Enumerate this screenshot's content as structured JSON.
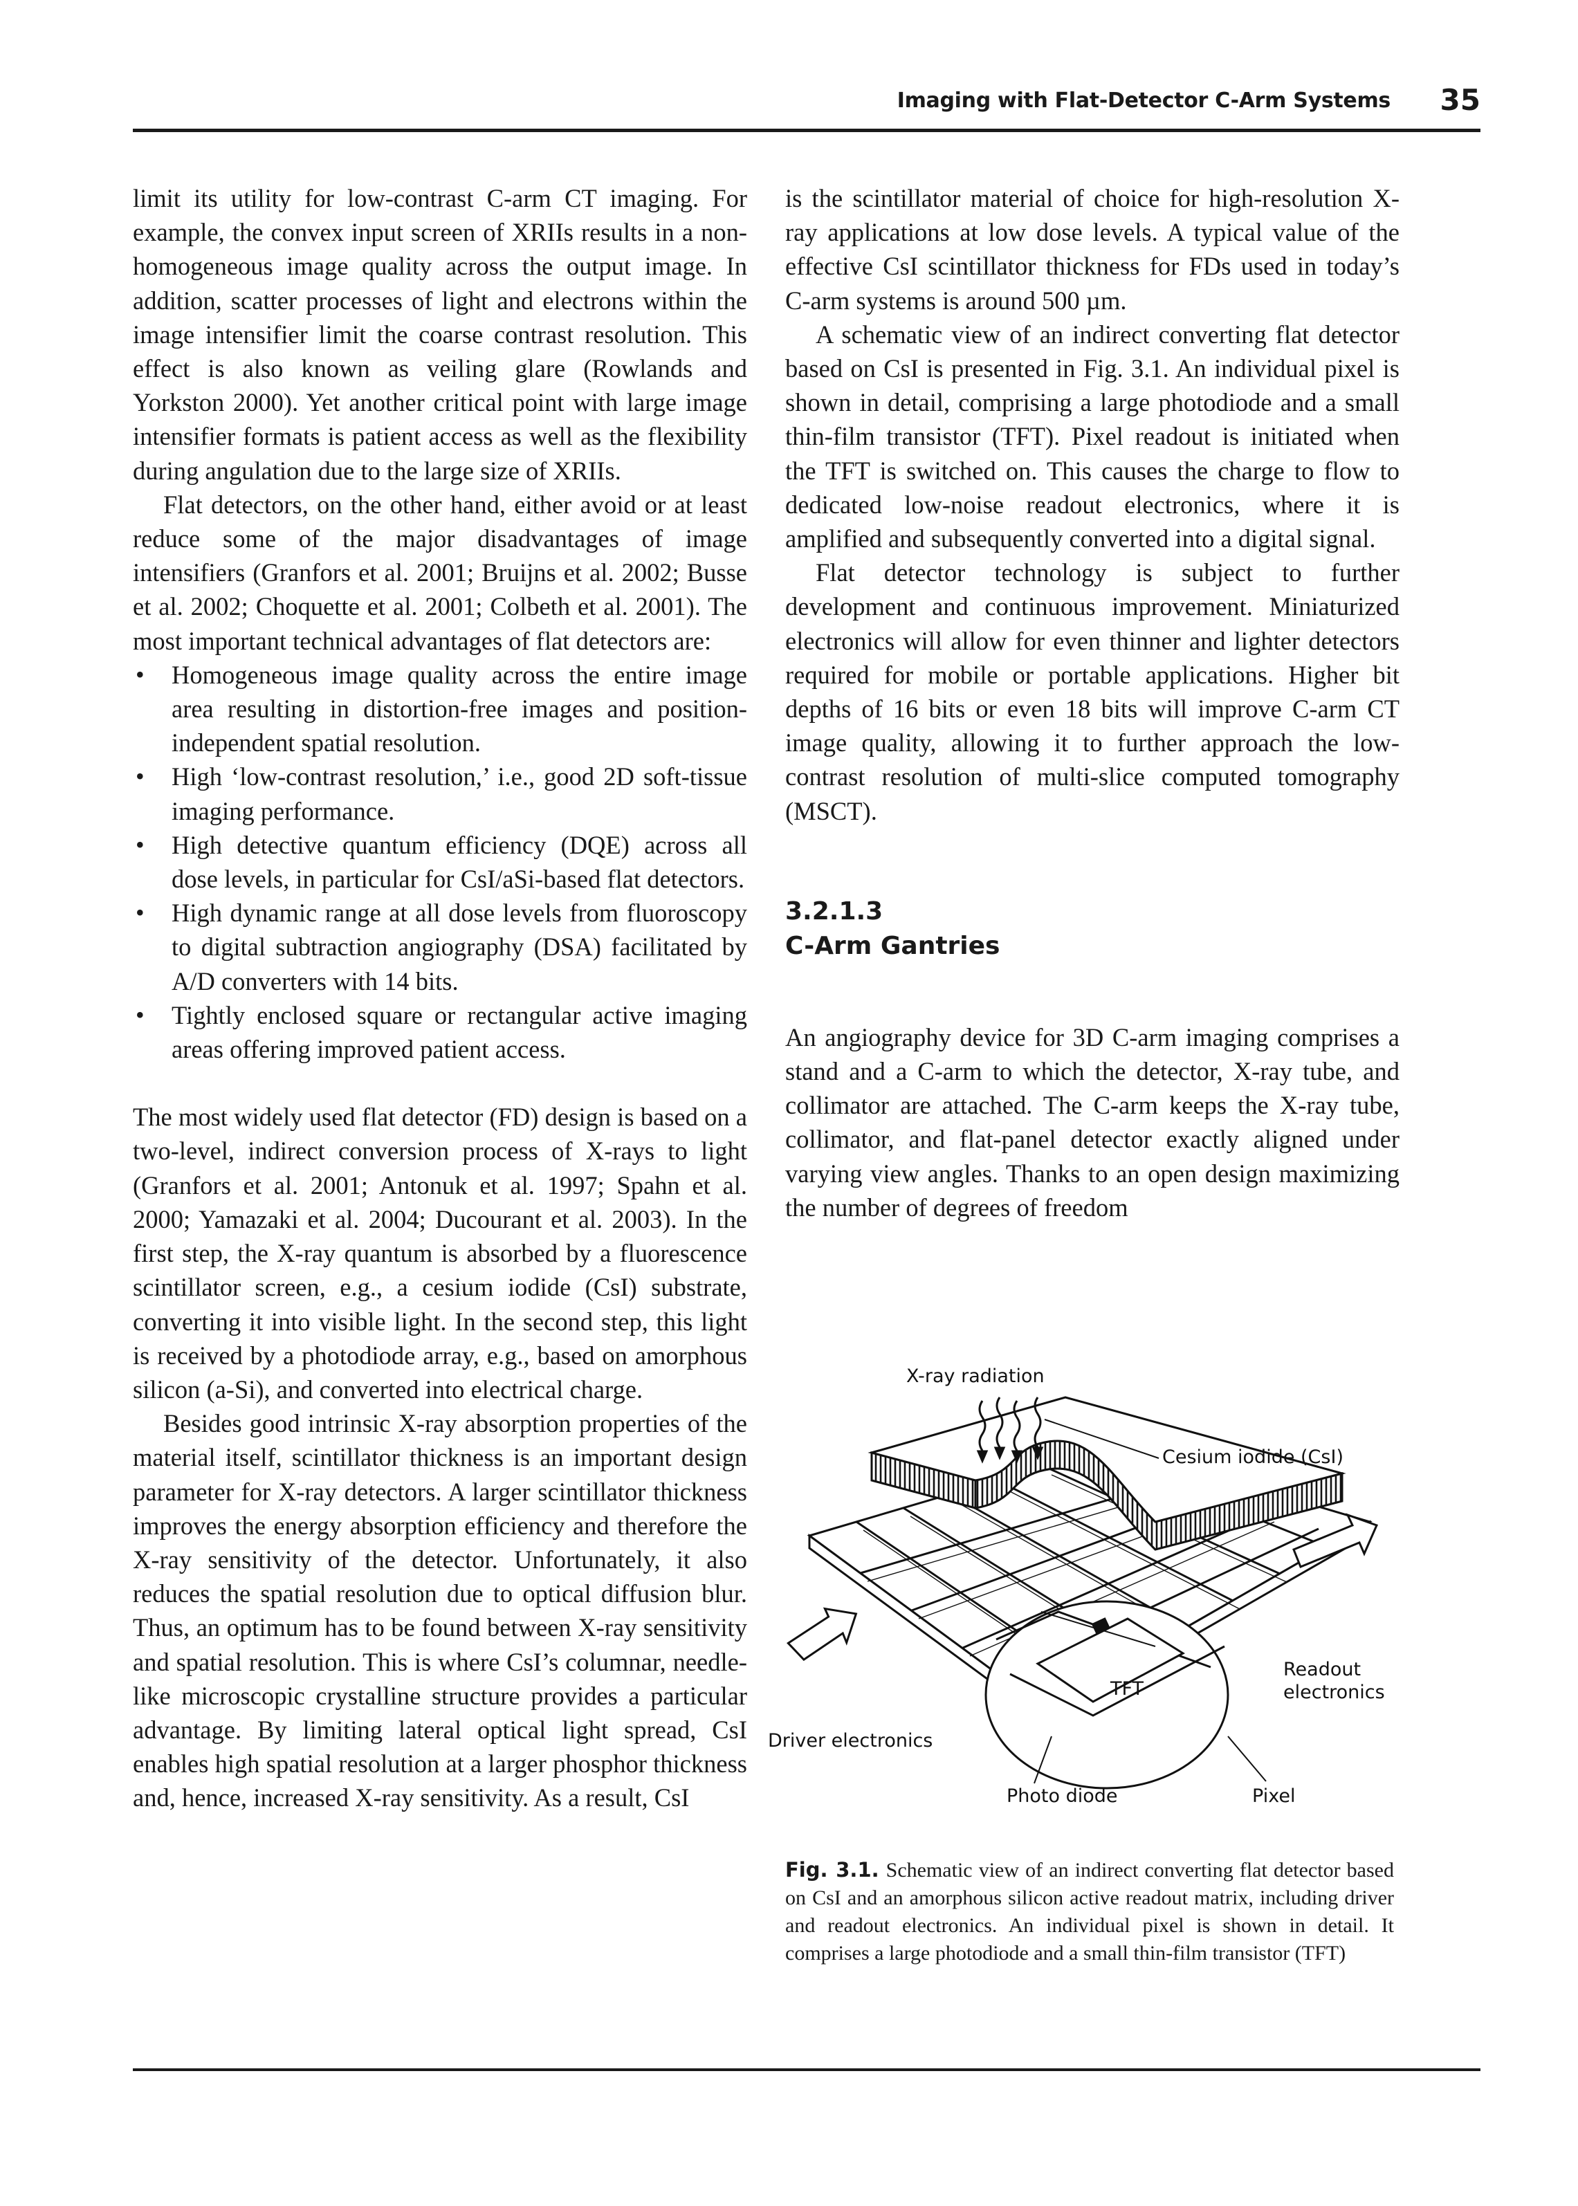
{
  "header": {
    "running_title": "Imaging with Flat-Detector C-Arm Systems",
    "page_number": "35"
  },
  "left_column": {
    "p1": "limit its utility for low-contrast C-arm CT imaging. For example, the convex input screen of XRIIs results in a non-homogeneous image quality across the output image. In addition, scatter processes of light and electrons within the image intensifier limit the coarse contrast resolution. This effect is also known as veiling glare (Rowlands and Yorkston 2000). Yet another critical point with large image intensifier formats is patient access as well as the flexibility during angulation due to the large size of XRIIs.",
    "p2": "Flat detectors, on the other hand, either avoid or at least reduce some of the major disadvantages of image intensifiers (Granfors et al. 2001; Bruijns et al. 2002; Busse et al. 2002; Choquette et al. 2001; Colbeth et al. 2001). The most important technical advantages of flat detectors are:",
    "bullets": [
      "Homogeneous image quality across the entire image area resulting in distortion-free images and position-independent spatial resolution.",
      "High ‘low-contrast resolution,’ i.e., good 2D soft-tissue imaging performance.",
      "High detective quantum efficiency (DQE) across all dose levels, in particular for CsI/aSi-based flat detectors.",
      "High dynamic range at all dose levels from fluoroscopy to digital subtraction angiography (DSA) facilitated by A/D converters with 14 bits.",
      "Tightly enclosed square or rectangular active imaging areas offering improved patient access."
    ],
    "p3": "The most widely used flat detector (FD) design is based on a two-level, indirect conversion process of X-rays to light (Granfors et al. 2001; Antonuk et al. 1997; Spahn et al. 2000; Yamazaki et al. 2004; Ducourant et al. 2003). In the first step, the X-ray quantum is absorbed by a fluorescence scintillator screen, e.g., a cesium iodide (CsI) substrate, converting it into visible light. In the second step, this light is received by a photodiode array, e.g., based on amorphous silicon (a-Si), and converted into electrical charge.",
    "p4": "Besides good intrinsic X-ray absorption properties of the material itself, scintillator thickness is an important design parameter for X-ray detectors. A larger scintillator thickness improves the energy absorption efficiency and therefore the X-ray sensitivity of the detector. Unfortunately, it also reduces the spatial resolution due to optical diffusion blur. Thus, an optimum has to be found between X-ray sensitivity and spatial resolution. This is where CsI’s columnar, needle-like microscopic crystalline structure provides a particular advantage. By limiting lateral optical light spread, CsI enables high spatial resolution at a larger phosphor thickness and, hence, increased X-ray sensitivity. As a result, CsI"
  },
  "right_column": {
    "p1": "is the scintillator material of choice for high-resolution X-ray applications at low dose levels. A typical value of the effective CsI scintillator thickness for FDs used in today’s C-arm systems is around 500 µm.",
    "p2": "A schematic view of an indirect converting flat detector based on CsI is presented in Fig. 3.1. An individual pixel is shown in detail, comprising a large photodiode and a small thin-film transistor (TFT). Pixel readout is initiated when the TFT is switched on. This causes the charge to flow to dedicated low-noise readout electronics, where it is amplified and subsequently converted into a digital signal.",
    "p3": "Flat detector technology is subject to further development and continuous improvement. Miniaturized electronics will allow for even thinner and lighter detectors required for mobile or portable applications. Higher bit depths of 16 bits or even 18 bits will improve C-arm CT image quality, allowing it to further approach the low-contrast resolution of multi-slice computed tomography (MSCT).",
    "section_number": "3.2.1.3",
    "section_title": "C-Arm Gantries",
    "p4": "An angiography device for 3D C-arm imaging comprises a stand and a C-arm to which the detector, X-ray tube, and collimator are attached. The C-arm keeps the X-ray tube, collimator, and flat-panel detector exactly aligned under varying view angles. Thanks to an open design maximizing the number of degrees of freedom"
  },
  "figure": {
    "labels": {
      "xray": "X-ray radiation",
      "csi": "Cesium iodide (CsI)",
      "readout_1": "Readout",
      "readout_2": "electronics",
      "tft": "TFT",
      "driver": "Driver electronics",
      "photodiode": "Photo diode",
      "pixel": "Pixel"
    },
    "caption_label": "Fig. 3.1.",
    "caption_text": "Schematic view of an indirect converting flat detector based on CsI and an amorphous silicon active readout matrix, including driver and readout electronics. An individual pixel is shown in detail. It comprises a large photodiode and a small thin-film transistor (TFT)"
  }
}
